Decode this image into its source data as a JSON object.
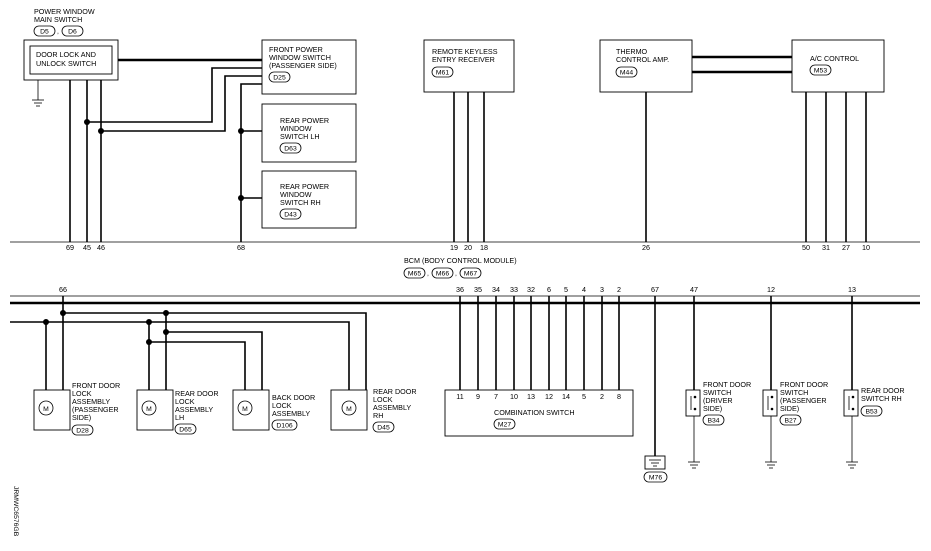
{
  "main_switch": {
    "title_line1": "POWER WINDOW",
    "title_line2": "MAIN SWITCH",
    "conn1": "D5",
    "conn2": "D6",
    "inner_line1": "DOOR LOCK AND",
    "inner_line2": "UNLOCK SWITCH"
  },
  "front_pw_switch": {
    "line1": "FRONT POWER",
    "line2": "WINDOW SWITCH",
    "line3": "(PASSENGER SIDE)",
    "conn": "D25"
  },
  "rear_pw_lh": {
    "line1": "REAR POWER",
    "line2": "WINDOW",
    "line3": "SWITCH LH",
    "conn": "D63"
  },
  "rear_pw_rh": {
    "line1": "REAR POWER",
    "line2": "WINDOW",
    "line3": "SWITCH RH",
    "conn": "D43"
  },
  "keyless": {
    "line1": "REMOTE KEYLESS",
    "line2": "ENTRY RECEIVER",
    "conn": "M61"
  },
  "thermo": {
    "line1": "THERMO",
    "line2": "CONTROL AMP.",
    "conn": "M44"
  },
  "ac_control": {
    "line1": "A/C CONTROL",
    "conn": "M53"
  },
  "bcm": {
    "title": "BCM (BODY CONTROL MODULE)",
    "conn1": "M65",
    "conn2": "M66",
    "conn3": "M67"
  },
  "bcm_top_pins": [
    "69",
    "45",
    "46",
    "68",
    "19",
    "20",
    "18",
    "26",
    "50",
    "31",
    "27",
    "10"
  ],
  "bcm_bottom_pins": [
    "66",
    "36",
    "35",
    "34",
    "33",
    "32",
    "6",
    "5",
    "4",
    "3",
    "2",
    "67",
    "47",
    "12",
    "13"
  ],
  "front_door_lock": {
    "line1": "FRONT DOOR",
    "line2": "LOCK",
    "line3": "ASSEMBLY",
    "line4": "(PASSENGER",
    "line5": "SIDE)",
    "conn": "D28"
  },
  "rear_door_lock_lh": {
    "line1": "REAR DOOR",
    "line2": "LOCK",
    "line3": "ASSEMBLY",
    "line4": "LH",
    "conn": "D65"
  },
  "back_door_lock": {
    "line1": "BACK DOOR",
    "line2": "LOCK",
    "line3": "ASSEMBLY",
    "conn": "D106"
  },
  "rear_door_lock_rh": {
    "line1": "REAR DOOR",
    "line2": "LOCK",
    "line3": "ASSEMBLY",
    "line4": "RH",
    "conn": "D45"
  },
  "motor_symbol": "M",
  "combination_switch": {
    "label": "COMBINATION SWITCH",
    "conn": "M27",
    "pins": [
      "11",
      "9",
      "7",
      "10",
      "13",
      "12",
      "14",
      "5",
      "2",
      "8"
    ]
  },
  "ground_conn": "M76",
  "front_door_sw_driver": {
    "line1": "FRONT DOOR",
    "line2": "SWITCH",
    "line3": "(DRIVER",
    "line4": "SIDE)",
    "conn": "B34"
  },
  "front_door_sw_pass": {
    "line1": "FRONT DOOR",
    "line2": "SWITCH",
    "line3": "(PASSENGER",
    "line4": "SIDE)",
    "conn": "B27"
  },
  "rear_door_sw_rh": {
    "line1": "REAR DOOR",
    "line2": "SWITCH RH",
    "conn": "B53"
  },
  "figure_id": "JRMWC6576GB"
}
